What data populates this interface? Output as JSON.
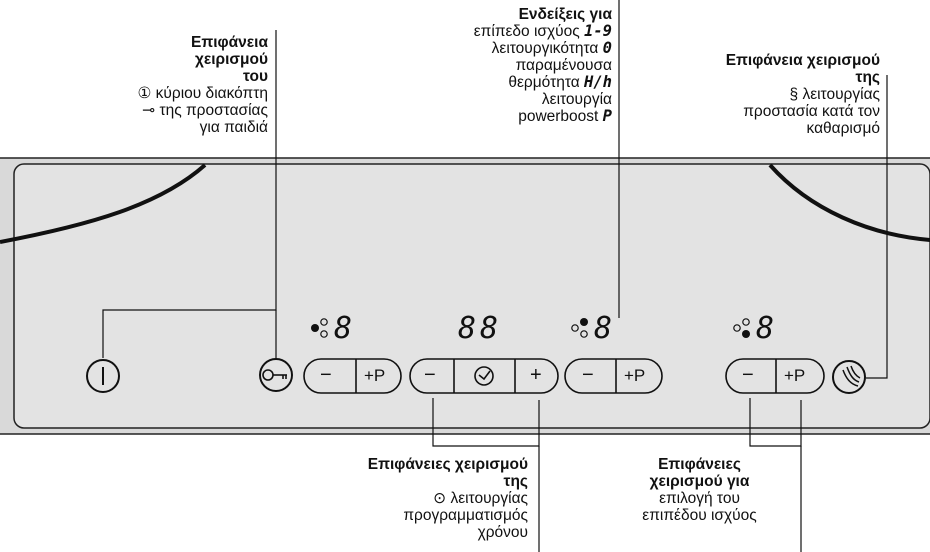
{
  "callouts": {
    "main_switch": {
      "title_1": "Επιφάνεια",
      "title_2": "χειρισμού",
      "title_3": "του",
      "line_1": "① κύριου διακόπτη",
      "line_2": "της προστασίας",
      "line_3": "για παιδιά",
      "key_symbol": "⊸"
    },
    "indicators": {
      "title_1": "Ενδείξεις για",
      "line_1": "επίπεδο ισχύος",
      "sym_1": "1-9",
      "line_2": "λειτουργικότητα",
      "sym_2": "0",
      "line_3": "παραμένουσα",
      "line_4": "θερμότητα",
      "sym_4": "H/h",
      "line_5": "λειτουργία",
      "line_6": "powerboost",
      "sym_6": "P"
    },
    "cleaning": {
      "title_1": "Επιφάνεια χειρισμού",
      "title_2": "της",
      "line_1": "λειτουργίας",
      "line_2": "προστασία κατά τον",
      "line_3": "καθαρισμό"
    },
    "timer": {
      "title_1": "Επιφάνειες χειρισμού",
      "title_2": "της",
      "line_1": "λειτουργίας",
      "line_2": "προγραμματισμός",
      "line_3": "χρόνου"
    },
    "power_level": {
      "title_1": "Επιφάνειες",
      "title_2": "χειρισμού για",
      "line_1": "επιλογή του",
      "line_2": "επιπέδου ισχύος"
    }
  },
  "panel": {
    "digit": "8",
    "timer_digits": "88",
    "minus": "−",
    "plus": "+",
    "plus_p": "+P"
  }
}
